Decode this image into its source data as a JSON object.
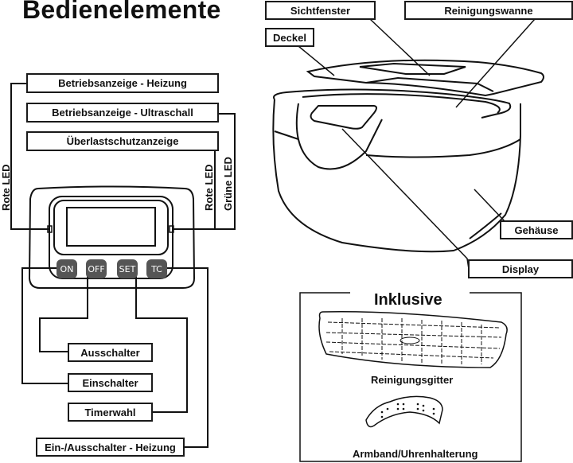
{
  "title": "Bedienelemente",
  "control_panel": {
    "labels": {
      "heating_indicator": "Betriebsanzeige - Heizung",
      "ultrasound_indicator": "Betriebsanzeige - Ultraschall",
      "overload_indicator": "Überlastschutzanzeige",
      "off_switch": "Ausschalter",
      "on_switch": "Einschalter",
      "timer_select": "Timerwahl",
      "heating_switch": "Ein-/Ausschalter - Heizung"
    },
    "led_labels": {
      "left_red": "Rote LED",
      "right_red": "Rote LED",
      "right_green": "Grüne LED"
    },
    "buttons": [
      "ON",
      "OFF",
      "SET",
      "TC"
    ]
  },
  "device": {
    "labels": {
      "window": "Sichtfenster",
      "tank": "Reinigungswanne",
      "lid": "Deckel",
      "housing": "Gehäuse",
      "display": "Display"
    }
  },
  "included": {
    "title": "Inklusive",
    "items": [
      "Reinigungsgitter",
      "Armband/Uhrenhalterung"
    ]
  }
}
